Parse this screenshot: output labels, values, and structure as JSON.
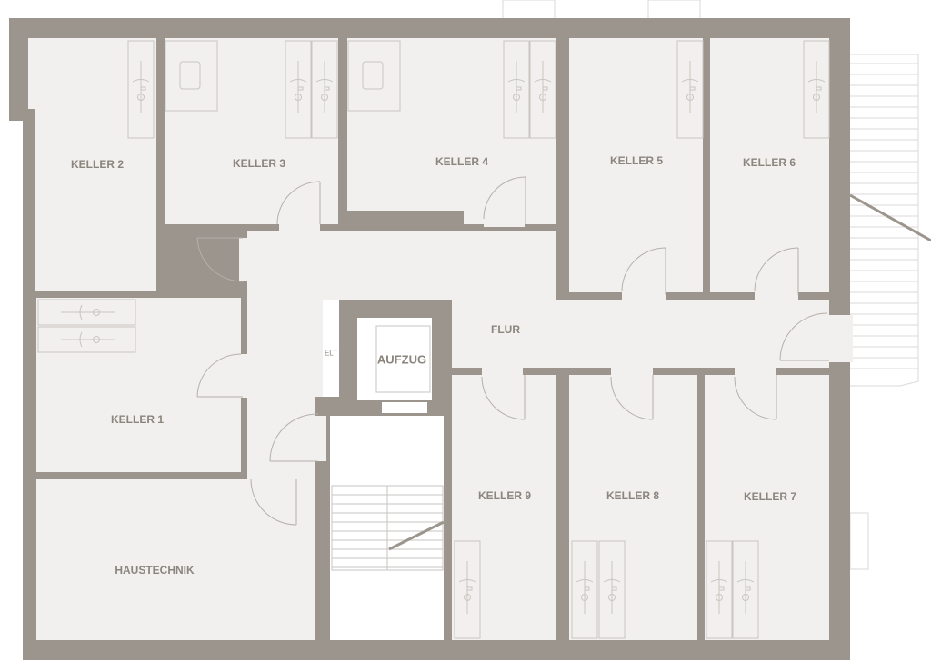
{
  "colors": {
    "wall": "#9b958e",
    "floor": "#f1f0ee",
    "text": "#8b857e",
    "line": "#c9c5c0"
  },
  "rooms": {
    "keller1": "KELLER 1",
    "keller2": "KELLER 2",
    "keller3": "KELLER 3",
    "keller4": "KELLER 4",
    "keller5": "KELLER 5",
    "keller6": "KELLER 6",
    "keller7": "KELLER 7",
    "keller8": "KELLER 8",
    "keller9": "KELLER 9",
    "flur": "FLUR",
    "aufzug": "AUFZUG",
    "elt": "ELT",
    "haustechnik": "HAUSTECHNIK"
  }
}
